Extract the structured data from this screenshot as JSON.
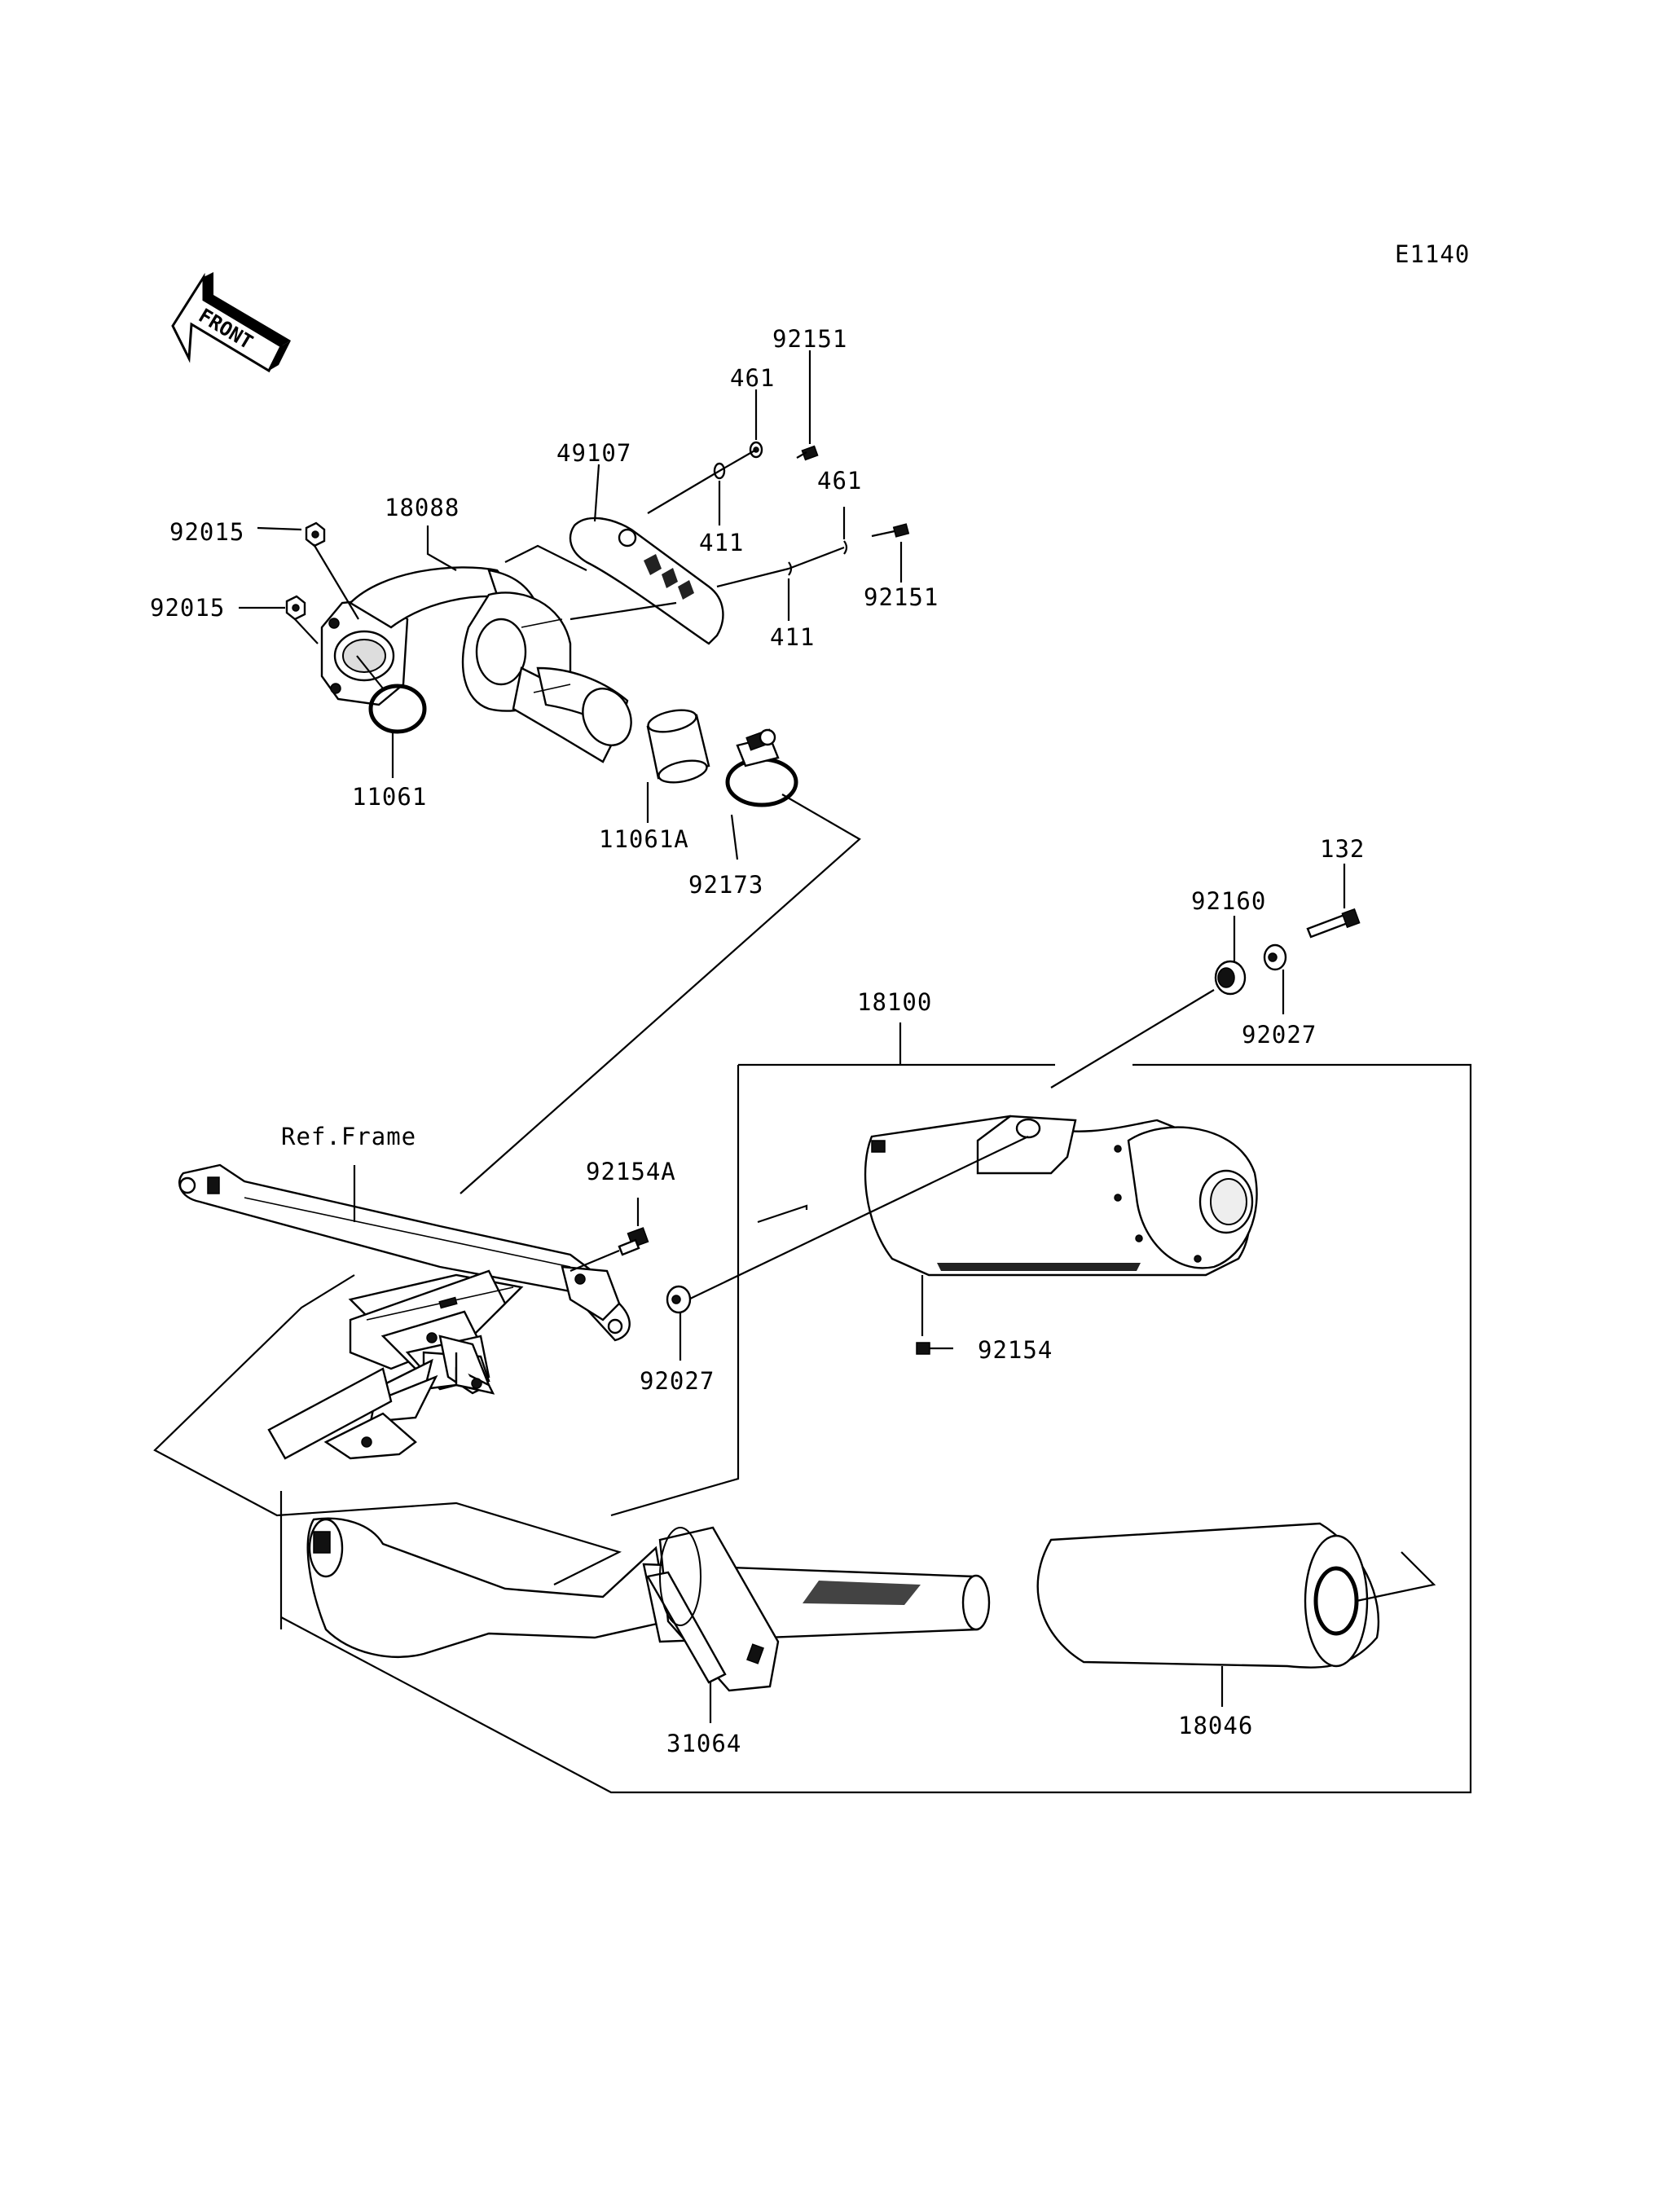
{
  "diagram_code": "E1140",
  "front_label": "FRONT",
  "ref_frame_label": "Ref.Frame",
  "callouts": {
    "p92151_top": "92151",
    "p461_top": "461",
    "p49107": "49107",
    "p411_top": "411",
    "p461_right": "461",
    "p92151_right": "92151",
    "p411_bottom": "411",
    "p18088": "18088",
    "p92015_top": "92015",
    "p92015_bottom": "92015",
    "p11061": "11061",
    "p11061A": "11061A",
    "p92173": "92173",
    "p132": "132",
    "p92160": "92160",
    "p92027_right": "92027",
    "p18100": "18100",
    "p92154A": "92154A",
    "p92027_left": "92027",
    "p92154": "92154",
    "p31064": "31064",
    "p18046": "18046"
  }
}
